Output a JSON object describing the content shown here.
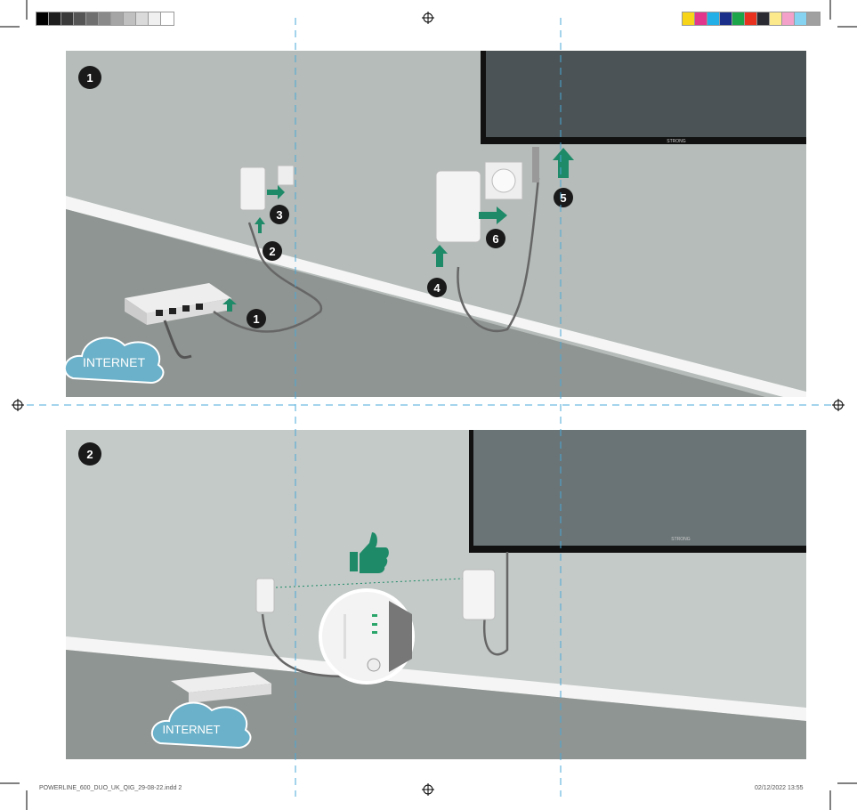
{
  "panels": [
    {
      "badge": "1",
      "steps": [
        "1",
        "2",
        "3",
        "4",
        "5",
        "6"
      ],
      "cloud_label": "INTERNET",
      "tv_brand": "STRONG"
    },
    {
      "badge": "2",
      "cloud_label": "INTERNET",
      "tv_brand": "STRONG"
    }
  ],
  "footer": {
    "left": "POWERLINE_600_DUO_UK_QIG_29-08-22.indd   2",
    "right": "02/12/2022   13:55"
  },
  "colors": {
    "accent_green": "#1e8a68",
    "badge_black": "#1a1a1a",
    "cloud": "#6bb1c9",
    "guide_cyan": "#4aa8d8",
    "gray_bars": [
      "#000000",
      "#1e1e1e",
      "#3a3a3a",
      "#555555",
      "#6f6f6f",
      "#8a8a8a",
      "#a5a5a5",
      "#c0c0c0",
      "#dadada",
      "#f0f0f0",
      "#ffffff"
    ],
    "color_bars": [
      "#f7d417",
      "#e1368c",
      "#22aee6",
      "#1a2f8a",
      "#1da54a",
      "#e8321f",
      "#2a2a33",
      "#fbe98c",
      "#f3a1c9",
      "#86d3f1",
      "#a0a0a0"
    ]
  }
}
